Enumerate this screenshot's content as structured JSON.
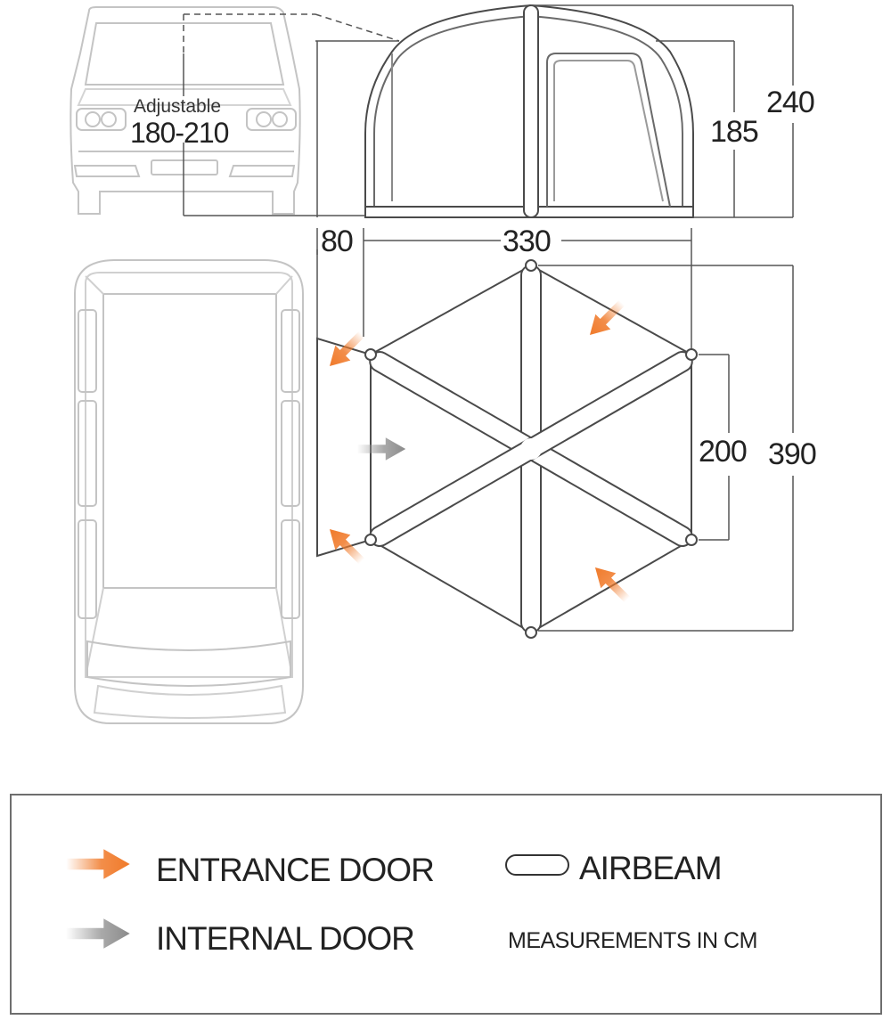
{
  "dimensions": {
    "height_total": "240",
    "height_inner": "185",
    "width_main": "330",
    "width_porch": "80",
    "depth_total": "390",
    "depth_side": "200",
    "adjustable_label": "Adjustable",
    "adjustable_range": "180-210"
  },
  "legend": {
    "entrance_door_label": "ENTRANCE DOOR",
    "internal_door_label": "INTERNAL DOOR",
    "airbeam_label": "AIRBEAM",
    "measurements_note": "MEASUREMENTS IN CM"
  },
  "colors": {
    "entrance_arrow": "#f07a2a",
    "internal_arrow": "#9a9a9a",
    "outline_dark": "#4a4a4a",
    "outline_light": "#bdbdbd"
  },
  "icons": {
    "entrance": "arrow-right-icon",
    "internal": "arrow-right-icon",
    "airbeam": "pill-outline-icon"
  }
}
